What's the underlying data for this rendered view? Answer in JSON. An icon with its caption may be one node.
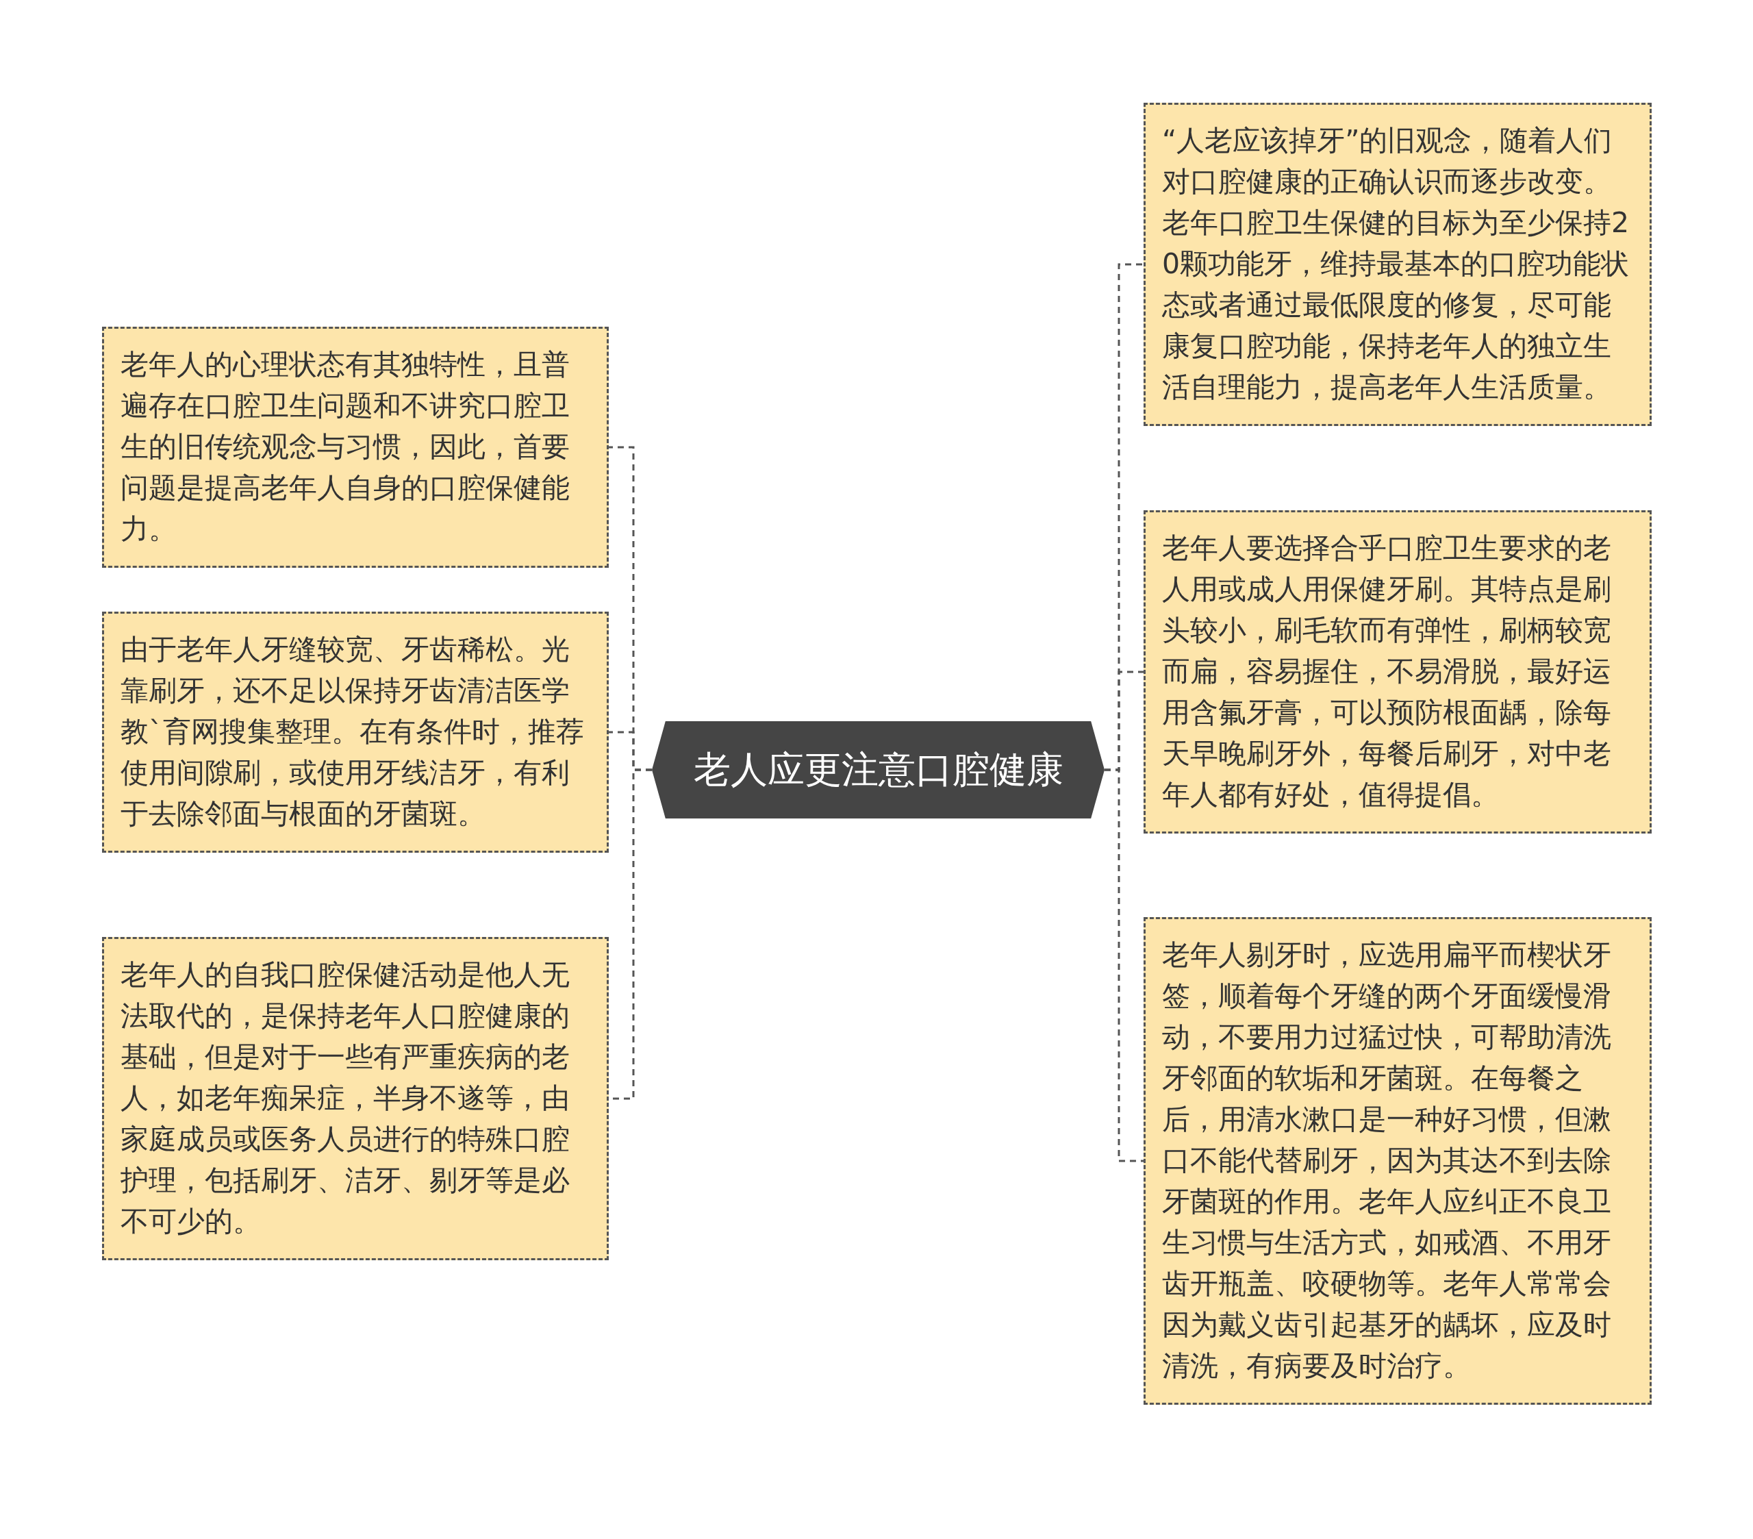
{
  "diagram": {
    "nodes": [
      {
        "text": [
          "老人应更注意口腔健康"
        ]
      },
      {
        "text": [
          "老年人的心理状态有其独特性，且普遍存在口腔卫生问题和不讲究口腔卫生的旧传统观念与习惯，因此，首要问题是提高老年人自身的口腔保健能力。"
        ]
      },
      {
        "text": [
          "由于老年人牙缝较宽、牙齿稀松。光靠刷牙，还不足以保持牙齿清洁医学教`育网搜集整理。在有条件时，推荐使用间隙刷，或使用牙线洁牙，有利于去除邻面与根面的牙菌斑。"
        ]
      },
      {
        "text": [
          "老年人的自我口腔保健活动是他人无法取代的，是保持老年人口腔健康的基础，但是对于一些有严重疾病的老人，如老年痴呆症，半身不遂等，由家庭成员或医务人员进行的特殊口腔护理，包括刷牙、洁牙、剔牙等是必不可少的。"
        ]
      },
      {
        "text": [
          "“人老应该掉牙”的旧观念，随着人们对口腔健康的正确认识而逐步改变。老年口腔卫生保健的目标为至少保持20颗功能牙，维持最基本的口腔功能状态或者通过最低限度的修复，尽可能康复口腔功能，保持老年人的独立生活自理能力，提高老年人生活质量。"
        ]
      },
      {
        "text": [
          "老年人要选择合乎口腔卫生要求的老人用或成人用保健牙刷。其特点是刷头较小，刷毛软而有弹性，刷柄较宽而扁，容易握住，不易滑脱，最好运用含氟牙膏，可以预防根面龋，除每天早晚刷牙外，每餐后刷牙，对中老年人都有好处，值得提倡。"
        ]
      },
      {
        "text": [
          "老年人剔牙时，应选用扁平而楔状牙签，顺着每个牙缝的两个牙面缓慢滑动，不要用力过猛过快，可帮助清洗牙邻面的软垢和牙菌斑。在每餐之后，用清水漱口是一种好习惯，但漱口不能代替刷牙，因为其达不到去除牙菌斑的作用。老年人应纠正不良卫生习惯与生活方式，如戒酒、不用牙齿开瓶盖、咬硬物等。老年人常常会因为戴义齿引起基牙的龋坏，应及时清洗，有病要及时治疗。"
        ]
      }
    ],
    "edges": [
      {
        "from": 0,
        "to": 1,
        "arrow": "none",
        "style": "dashed"
      },
      {
        "from": 0,
        "to": 2,
        "arrow": "none",
        "style": "dashed"
      },
      {
        "from": 0,
        "to": 3,
        "arrow": "none",
        "style": "dashed"
      },
      {
        "from": 0,
        "to": 4,
        "arrow": "none",
        "style": "dashed"
      },
      {
        "from": 0,
        "to": 5,
        "arrow": "none",
        "style": "dashed"
      },
      {
        "from": 0,
        "to": 6,
        "arrow": "none",
        "style": "dashed"
      }
    ]
  }
}
